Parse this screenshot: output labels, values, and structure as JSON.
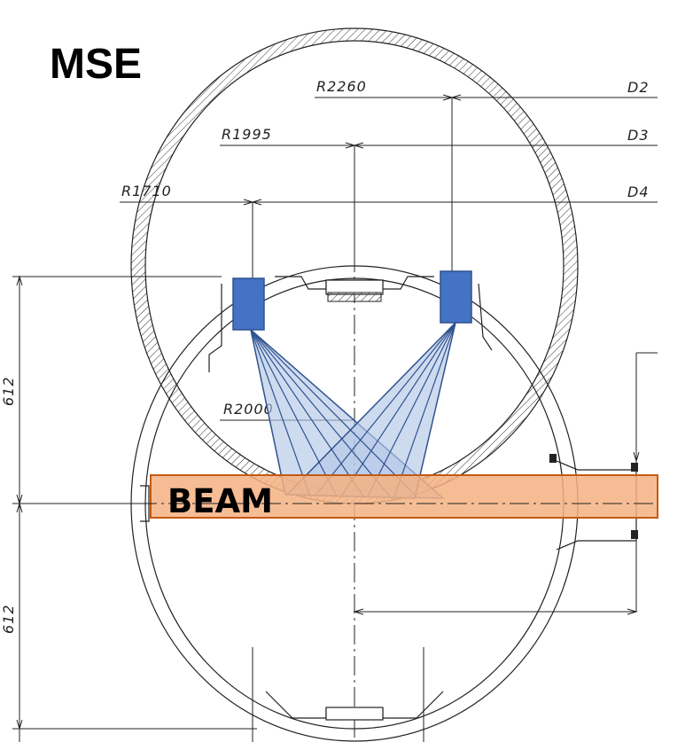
{
  "title": "MSE",
  "radius_labels": [
    "R2260",
    "R1995",
    "R1710",
    "R2000"
  ],
  "direction_labels": [
    "D2",
    "D3",
    "D4"
  ],
  "vertical_dimensions": [
    "612",
    "612"
  ],
  "beam_label": "BEAM",
  "colors": {
    "detector": "#4472c4",
    "detector_outline": "#2f528f",
    "sightline_fill": "#b4c7e7",
    "sightline_stroke": "#2f528f",
    "beam_fill": "#f4b183",
    "beam_stroke": "#c55a11"
  }
}
